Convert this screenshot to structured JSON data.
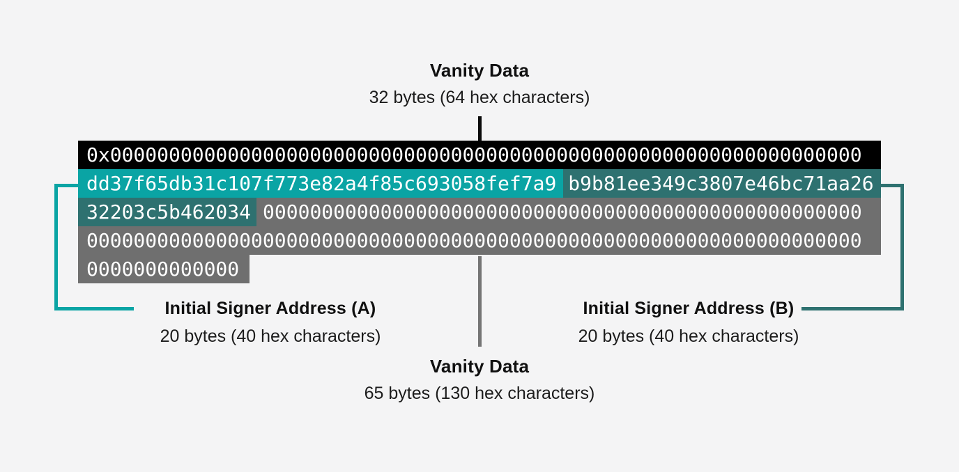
{
  "top_label": {
    "title": "Vanity Data",
    "subtitle": "32 bytes (64 hex characters)"
  },
  "hex_block": {
    "row1_prefix": "0x0000000000000000000000000000000000000000000000000000000000000000",
    "signer_a": "dd37f65db31c107f773e82a4f85c693058fef7a9",
    "signer_b_part1": "b9b81ee349c3807e46bc71aa26",
    "signer_b_part2": "32203c5b462034",
    "zeros_row3": "000000000000000000000000000000000000000000000000000",
    "zeros_row4": "000000000000000000000000000000000000000000000000000000000000000000",
    "zeros_row5": "0000000000000"
  },
  "label_signer_a": {
    "title": "Initial Signer Address (A)",
    "subtitle": "20 bytes (40 hex characters)"
  },
  "label_signer_b": {
    "title": "Initial Signer Address (B)",
    "subtitle": "20 bytes (40 hex characters)"
  },
  "bottom_label": {
    "title": "Vanity Data",
    "subtitle": "65 bytes (130 hex characters)"
  },
  "colors": {
    "signer_a_teal": "#0aa4a4",
    "signer_b_teal": "#2e7170",
    "zeros_gray": "#6f6f6f",
    "prefix_black": "#000000",
    "background": "#f4f4f5"
  }
}
